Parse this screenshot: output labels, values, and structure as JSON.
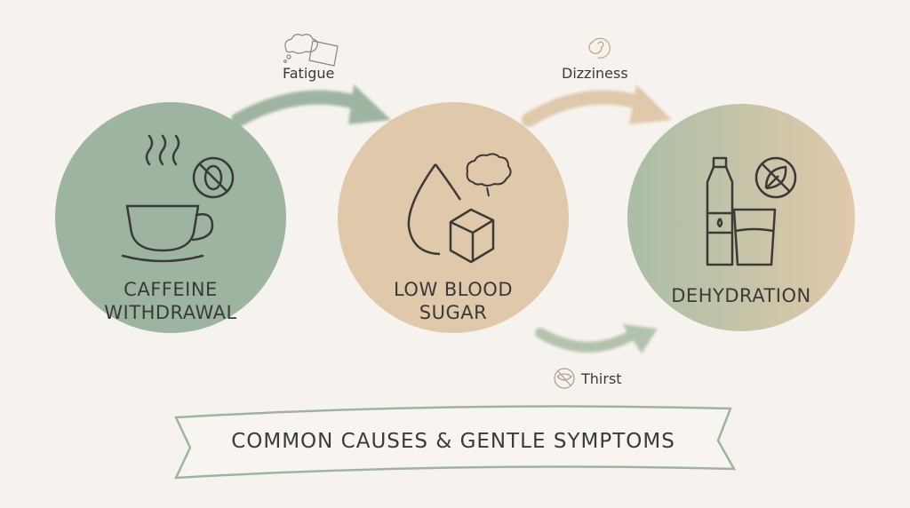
{
  "colors": {
    "background": "#f6f3ee",
    "green": "#9db5a0",
    "tan": "#e0c8ab",
    "ink": "#3a3a36"
  },
  "causes": [
    {
      "title_line1": "CAFFEINE",
      "title_line2": "WITHDRAWAL",
      "icon": "coffee-cup-icon"
    },
    {
      "title_line1": "LOW BLOOD",
      "title_line2": "SUGAR",
      "icon": "blood-drop-sugar-cube-icon"
    },
    {
      "title_line1": "DEHYDRATION",
      "title_line2": "",
      "icon": "water-bottle-glass-icon"
    }
  ],
  "symptoms": [
    {
      "label": "Fatigue",
      "icon": "thought-pillow-icon"
    },
    {
      "label": "Dizziness",
      "icon": "spiral-icon"
    },
    {
      "label": "Thirst",
      "icon": "no-lips-icon"
    }
  ],
  "banner": {
    "text": "COMMON CAUSES & GENTLE SYMPTOMS"
  }
}
